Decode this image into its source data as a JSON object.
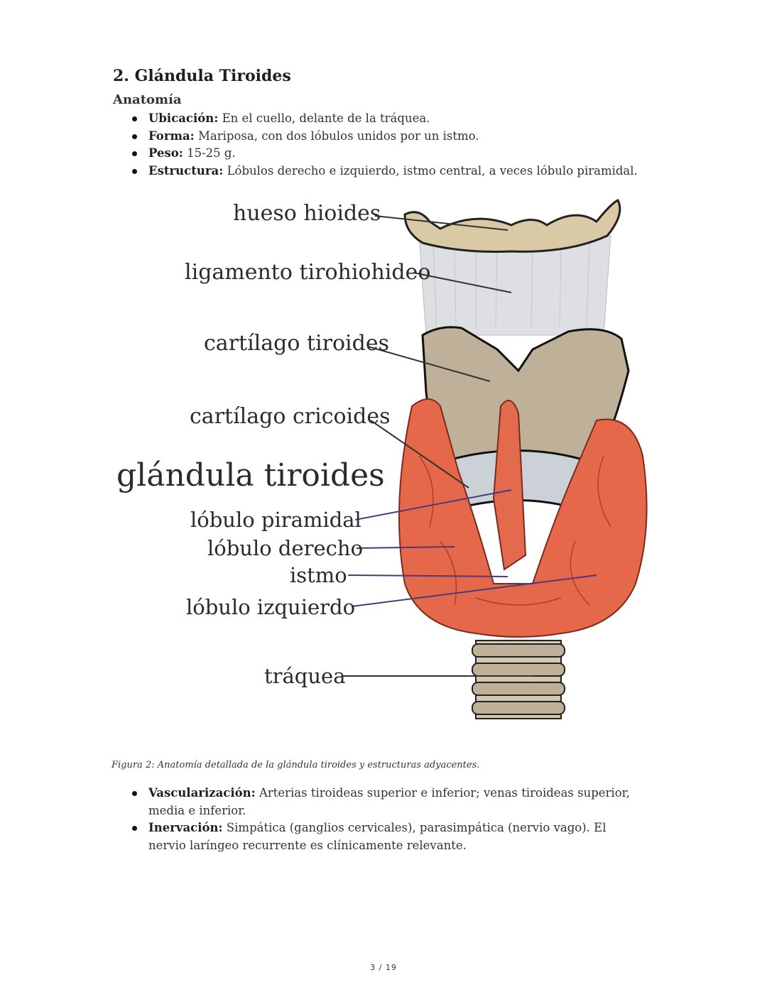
{
  "section": {
    "title": "2. Glándula Tiroides",
    "subtitle": "Anatomía"
  },
  "anatomy_items": [
    {
      "label": "Ubicación:",
      "text": " En el cuello, delante de la tráquea."
    },
    {
      "label": "Forma:",
      "text": " Mariposa, con dos lóbulos unidos por un istmo."
    },
    {
      "label": "Peso:",
      "text": " 15-25 g."
    },
    {
      "label": "Estructura:",
      "text": " Lóbulos derecho e izquierdo, istmo central, a veces lóbulo piramidal."
    }
  ],
  "figure": {
    "labels": {
      "hueso_hioides": "hueso hioides",
      "ligamento": "ligamento tirohiohideo",
      "cartilago_tiroides": "cartílago tiroides",
      "cartilago_cricoides": "cartílago cricoides",
      "glandula": "glándula tiroides",
      "lobulo_piramidal": "lóbulo piramidal",
      "lobulo_derecho": "lóbulo derecho",
      "istmo": "istmo",
      "lobulo_izquierdo": "lóbulo izquierdo",
      "traquea": "tráquea"
    },
    "caption": "Figura 2: Anatomía detallada de la glándula tiroides y estructuras adyacentes."
  },
  "more_items": [
    {
      "label": "Vascularización:",
      "text": " Arterias tiroideas superior e inferior; venas tiroideas superior, media e inferior."
    },
    {
      "label": "Inervación:",
      "text": " Simpática (ganglios cervicales), parasimpática (nervio vago). El nervio laríngeo recurrente es clínicamente relevante."
    }
  ],
  "page_number": "3 / 19",
  "colors": {
    "thyroid": "#e8694a",
    "cartilage": "#b8ab92",
    "ligament": "#d9d9dc",
    "hyoid": "#d8c8a6",
    "leader_dark": "#333333",
    "leader_blue": "#4a3a7a"
  }
}
